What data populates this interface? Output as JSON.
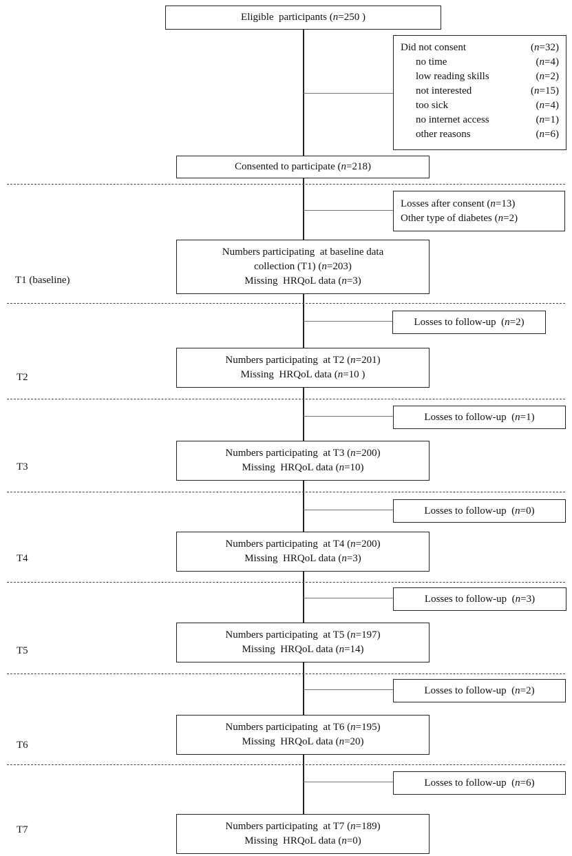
{
  "eligible": {
    "text": "Eligible  participants (",
    "n": "n",
    "val": "=250 )"
  },
  "did_not_consent": {
    "title": "Did not consent",
    "title_n": "(n=32)",
    "items": [
      {
        "label": "no time",
        "n": "(n=4)"
      },
      {
        "label": "low reading skills",
        "n": "(n=2)"
      },
      {
        "label": "not interested",
        "n": "(n=15)"
      },
      {
        "label": "too sick",
        "n": "(n=4)"
      },
      {
        "label": "no internet access",
        "n": "(n=1)"
      },
      {
        "label": "other reasons",
        "n": "(n=6)"
      }
    ]
  },
  "consented": "Consented to participate (n=218)",
  "losses_consent": [
    "Losses after consent (n=13)",
    "Other type of diabetes (n=2)"
  ],
  "baseline": [
    "Numbers participating  at baseline data",
    "collection (T1) (n=203)",
    "Missing  HRQoL data (n=3)"
  ],
  "time_labels": [
    "T1 (baseline)",
    "T2",
    "T3",
    "T4",
    "T5",
    "T6",
    "T7"
  ],
  "losses_followup": [
    "Losses to follow-up  (n=2)",
    "Losses to follow-up  (n=1)",
    "Losses to follow-up  (n=0)",
    "Losses to follow-up  (n=3)",
    "Losses to follow-up  (n=2)",
    "Losses to follow-up  (n=6)"
  ],
  "waves": [
    [
      "Numbers participating  at T2 (n=201)",
      "Missing  HRQoL data (n=10 )"
    ],
    [
      "Numbers participating  at T3 (n=200)",
      "Missing  HRQoL data (n=10)"
    ],
    [
      "Numbers participating  at T4 (n=200)",
      "Missing  HRQoL data (n=3)"
    ],
    [
      "Numbers participating  at T5 (n=197)",
      "Missing  HRQoL data (n=14)"
    ],
    [
      "Numbers participating  at T6 (n=195)",
      "Missing  HRQoL data (n=20)"
    ],
    [
      "Numbers participating  at T7 (n=189)",
      "Missing  HRQoL data (n=0)"
    ]
  ]
}
